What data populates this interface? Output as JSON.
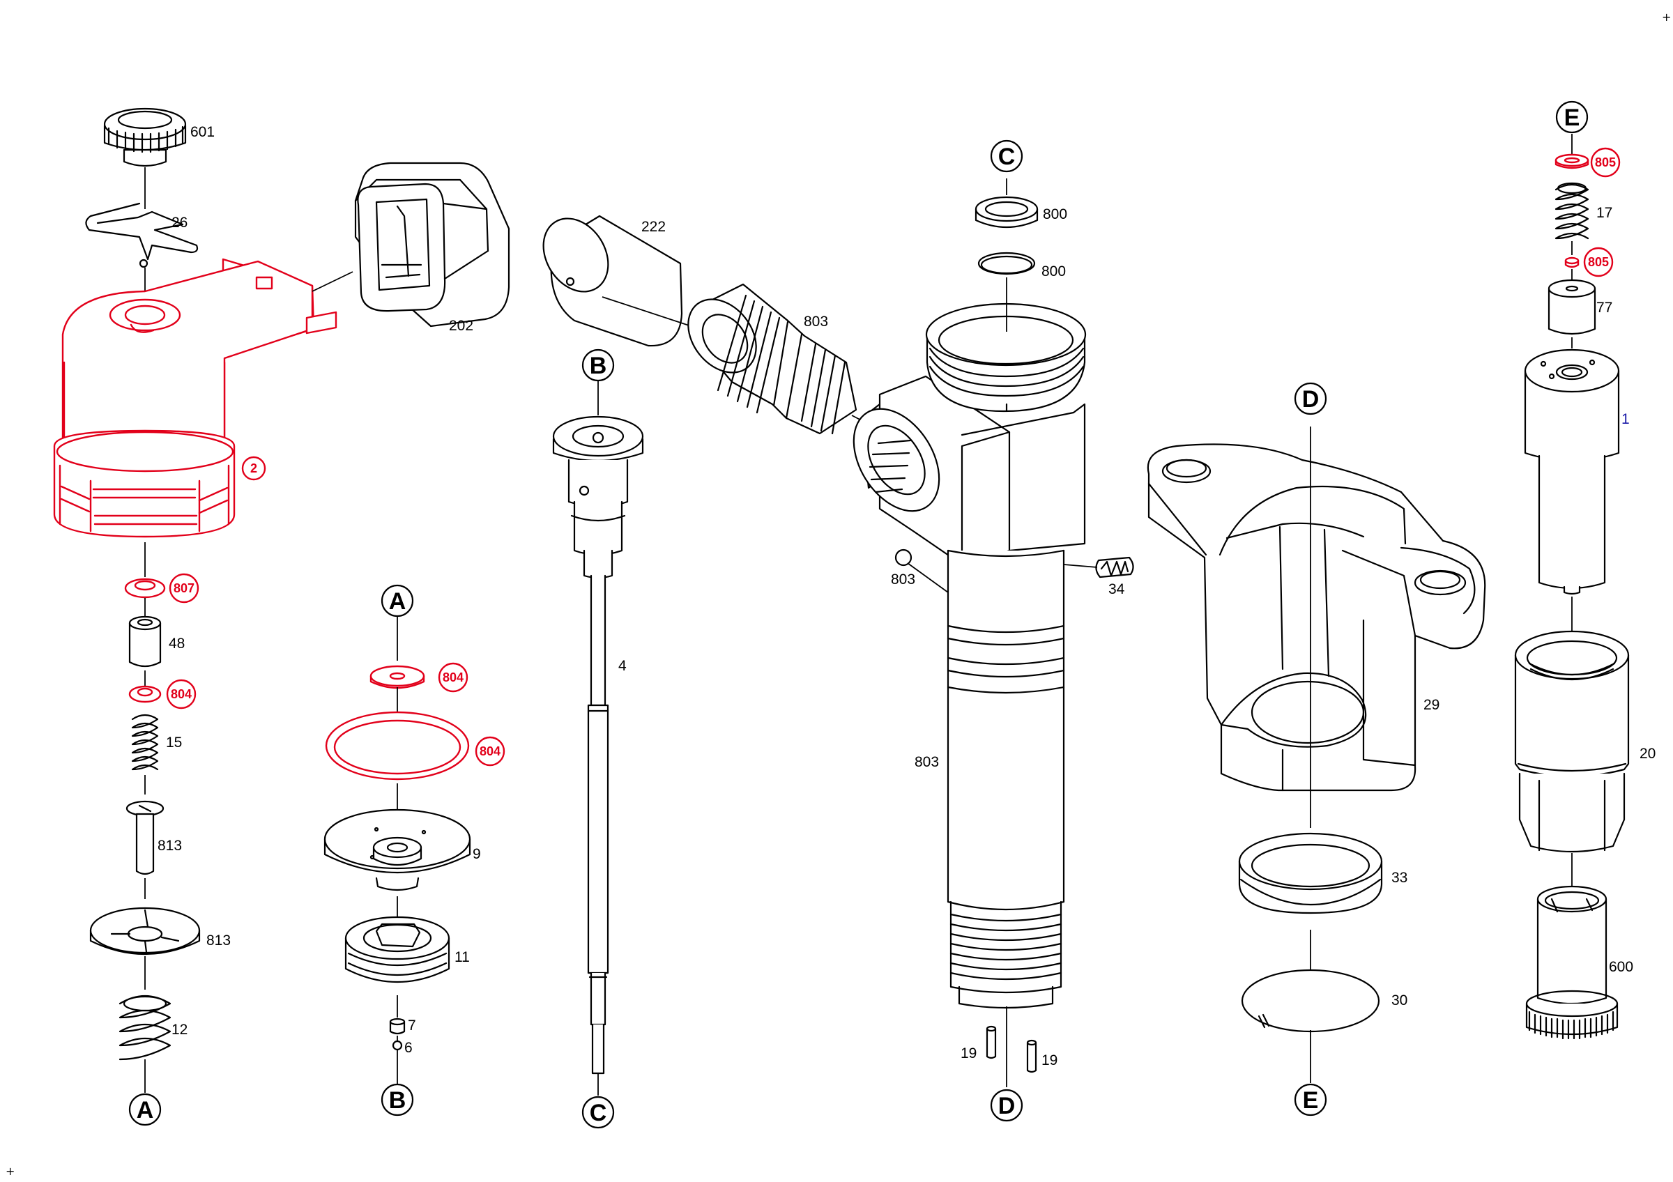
{
  "diagram": {
    "markers": [
      "A",
      "B",
      "C",
      "D",
      "E"
    ],
    "part_numbers": {
      "p601": "601",
      "p26": "26",
      "p202": "202",
      "p222": "222",
      "p803a": "803",
      "p2": "2",
      "p807": "807",
      "p48": "48",
      "p804a": "804",
      "p15": "15",
      "p813a": "813",
      "p813b": "813",
      "p12": "12",
      "p804b": "804",
      "p804c": "804",
      "p9": "9",
      "p11": "11",
      "p7": "7",
      "p6": "6",
      "p4": "4",
      "p800a": "800",
      "p800b": "800",
      "p803b": "803",
      "p34": "34",
      "p803c": "803",
      "p19a": "19",
      "p19b": "19",
      "p29": "29",
      "p33": "33",
      "p30": "30",
      "p805a": "805",
      "p17": "17",
      "p805b": "805",
      "p77": "77",
      "p1": "1",
      "p20": "20",
      "p600": "600"
    },
    "colors": {
      "highlight": "#e2001a",
      "line": "#000000",
      "callout_blue": "#1a1aa8"
    }
  }
}
